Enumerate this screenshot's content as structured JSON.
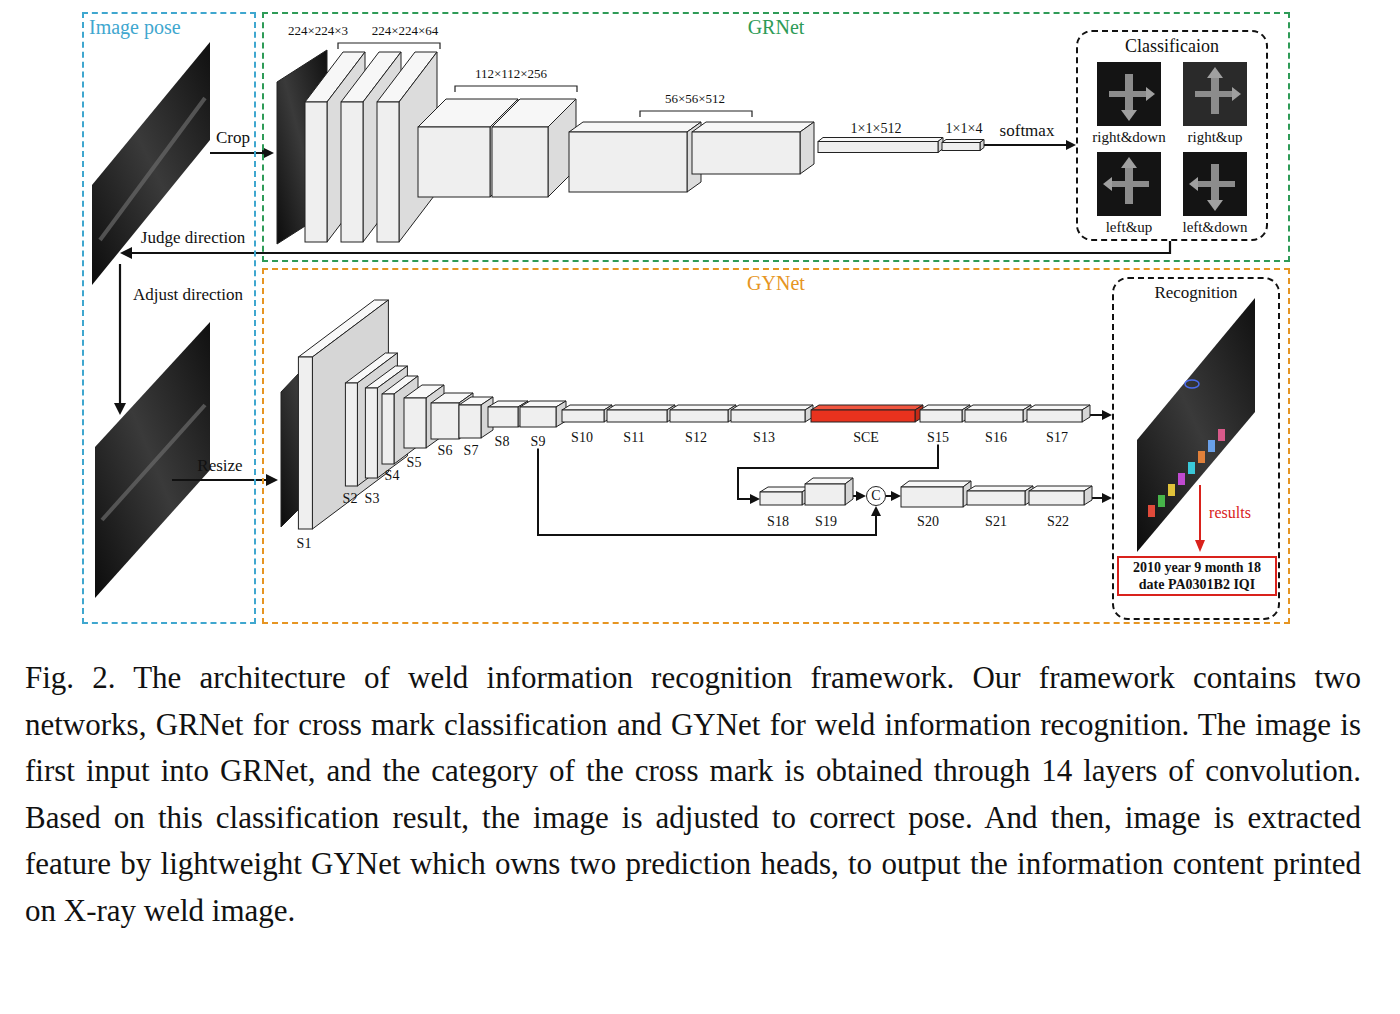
{
  "diagram": {
    "caption": "Fig. 2. The architecture of weld information recognition framework. Our framework contains two networks, GRNet for cross mark classification and GYNet for weld information recognition. The image is first input into GRNet, and the category of the cross mark is obtained through 14 layers of convolution. Based on this classification result, the image is adjusted to correct pose. And then, image is extracted feature by lightweight GYNet which owns two prediction heads, to output the information content printed on X-ray weld image.",
    "nodes": [
      {
        "text": [
          "Image pose"
        ]
      },
      {
        "text": [
          "GRNet"
        ]
      },
      {
        "text": [
          "GYNet"
        ]
      },
      {
        "text": [
          "1×1×512"
        ],
        "in": 1
      },
      {
        "text": [
          "1×1×4"
        ],
        "in": 1
      },
      {
        "text": [
          "Classificaion"
        ],
        "in": 1
      },
      {
        "text": [
          "right&down"
        ],
        "in": 5
      },
      {
        "text": [
          "right&up"
        ],
        "in": 5
      },
      {
        "text": [
          "left&up"
        ],
        "in": 5
      },
      {
        "text": [
          "left&down"
        ],
        "in": 5
      },
      {
        "text": [
          "S1"
        ],
        "in": 2
      },
      {
        "text": [
          "S2"
        ],
        "in": 2
      },
      {
        "text": [
          "S3"
        ],
        "in": 2
      },
      {
        "text": [
          "S4"
        ],
        "in": 2
      },
      {
        "text": [
          "S5"
        ],
        "in": 2
      },
      {
        "text": [
          "S6"
        ],
        "in": 2
      },
      {
        "text": [
          "S7"
        ],
        "in": 2
      },
      {
        "text": [
          "S8"
        ],
        "in": 2
      },
      {
        "text": [
          "S9"
        ],
        "in": 2
      },
      {
        "text": [
          "S10"
        ],
        "in": 2
      },
      {
        "text": [
          "S11"
        ],
        "in": 2
      },
      {
        "text": [
          "S12"
        ],
        "in": 2
      },
      {
        "text": [
          "S13"
        ],
        "in": 2
      },
      {
        "text": [
          "SCE"
        ],
        "in": 2
      },
      {
        "text": [
          "S15"
        ],
        "in": 2
      },
      {
        "text": [
          "S16"
        ],
        "in": 2
      },
      {
        "text": [
          "S17"
        ],
        "in": 2
      },
      {
        "text": [
          "S18"
        ],
        "in": 2
      },
      {
        "text": [
          "S19"
        ],
        "in": 2
      },
      {
        "text": [
          "C"
        ],
        "in": 2
      },
      {
        "text": [
          "S20"
        ],
        "in": 2
      },
      {
        "text": [
          "S21"
        ],
        "in": 2
      },
      {
        "text": [
          "S22"
        ],
        "in": 2
      },
      {
        "text": [
          "Recognition"
        ],
        "in": 2
      },
      {
        "text": [
          "2010 year 9 month 18 date PA0301B2 IQI"
        ],
        "in": 33
      }
    ],
    "edges": [
      {
        "from": 4,
        "to": 5,
        "arrow": "to",
        "label": "softmax"
      },
      {
        "from": 26,
        "to": 33,
        "arrow": "to"
      },
      {
        "from": 32,
        "to": 33,
        "arrow": "to"
      },
      {
        "from": 24,
        "to": 27,
        "arrow": "to"
      },
      {
        "from": 18,
        "to": 29,
        "arrow": "to"
      },
      {
        "from": 28,
        "to": 29,
        "arrow": "to"
      },
      {
        "from": 29,
        "to": 30,
        "arrow": "to"
      }
    ],
    "labels": [
      "224×224×3",
      "224×224×64",
      "112×112×256",
      "56×56×512",
      "Crop",
      "Judge direction",
      "Adjust direction",
      "Resize",
      "results"
    ]
  }
}
